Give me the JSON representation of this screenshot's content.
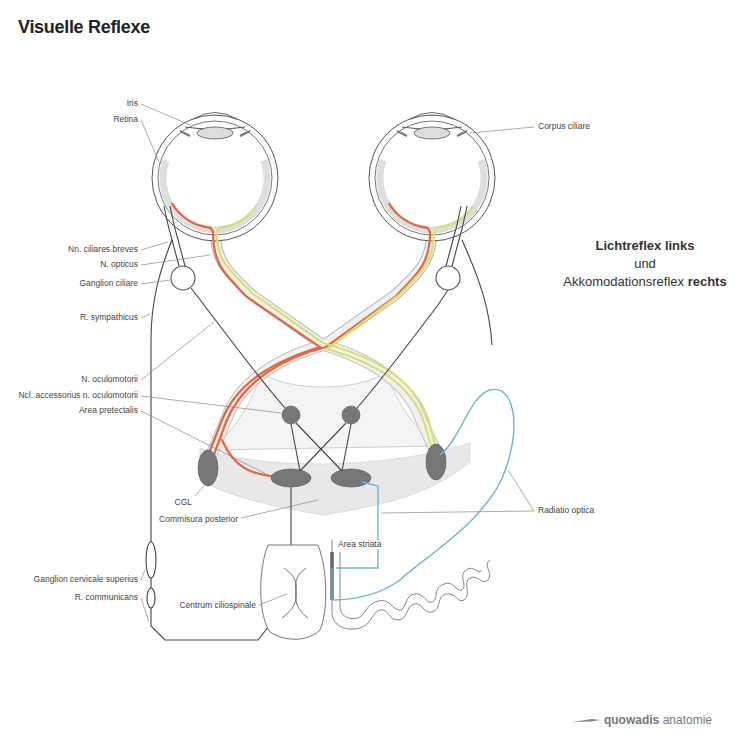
{
  "diagram": {
    "title": "Visuelle Reflexe",
    "labels": [
      "Iris",
      "Retina",
      "Corpus ciliare",
      "Nn. ciliares breves",
      "N. opticus",
      "Ganglion ciliare",
      "Lichtreflex",
      "links",
      "und",
      "Akkomodationsreflex",
      "rechts",
      "R. sympathicus",
      "N. oculomotorii",
      "Ncl. accessorius n. oculomotorii",
      "Area pretectalis",
      "CGL",
      "Commisura posterior",
      "Radiatio optica",
      "Area striata",
      "Ganglion cervicale superius",
      "Centrum ciliospinale",
      "R. communicans",
      "quowadis",
      "anatomie"
    ]
  }
}
